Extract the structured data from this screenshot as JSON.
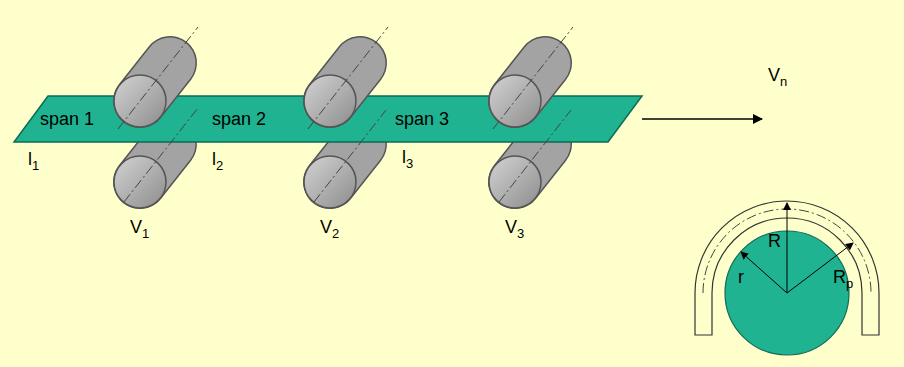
{
  "diagram": {
    "labels": [
      "span 1",
      "span 2",
      "span 3",
      "l1",
      "l2",
      "l3",
      "V1",
      "V2",
      "V3",
      "Vn",
      "R",
      "r",
      "Rp"
    ]
  }
}
